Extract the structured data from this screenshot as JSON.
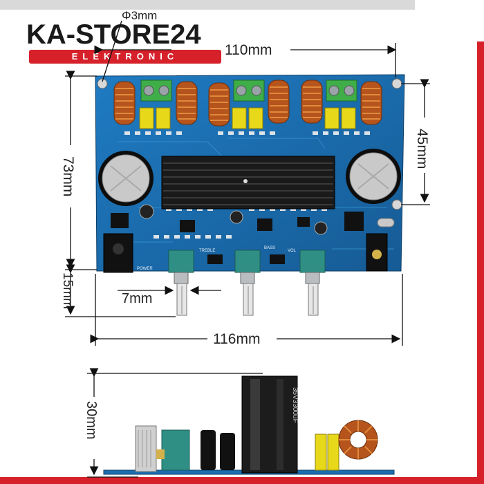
{
  "brand": {
    "name": "KA-STORE24",
    "tagline": "ELEKTRONIC"
  },
  "dimensions": {
    "hole": "Φ3mm",
    "hole_spacing_width": "110mm",
    "hole_spacing_height": "45mm",
    "board_height": "73mm",
    "knob_height": "15mm",
    "knob_diameter": "7mm",
    "board_width": "116mm",
    "total_height": "30mm"
  },
  "board_labels": {
    "power": "POWER",
    "treble": "TREBLE",
    "bass": "BASS",
    "vol": "VOL",
    "capacitor": "35V3300uF"
  },
  "colors": {
    "brand_red": "#d6212b",
    "pcb_blue": "#1b6db0",
    "heatsink": "#1a1a1a",
    "terminal_green": "#3fae49",
    "capacitor_yellow": "#e8d81a",
    "pot_teal": "#2f8f84"
  }
}
